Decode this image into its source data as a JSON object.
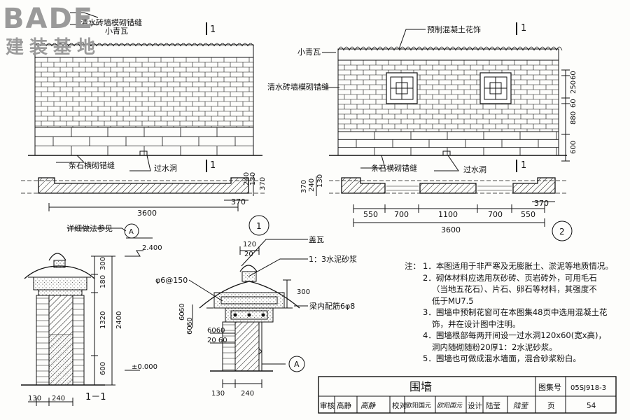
{
  "watermark": {
    "logo": "BADE",
    "sub": "建装基地"
  },
  "elevation1": {
    "labels": {
      "tile_top": "清水砖墙模砌错缝",
      "tile": "小青瓦",
      "stone": "条石横砌错缝",
      "drain": "过水洞"
    },
    "section_mark": "1",
    "plan_dims": {
      "total": "3600",
      "pier": "370",
      "h1": "240",
      "h2": "130",
      "h3": "370"
    },
    "index": "1"
  },
  "elevation2": {
    "labels": {
      "ornament": "预制混凝土花饰",
      "tile": "小青瓦",
      "brick": "清水砖墙模砌错缝",
      "stone": "条石横砌错缝",
      "drain": "过水洞"
    },
    "section_mark": "1",
    "v_dims": [
      "60",
      "250",
      "60",
      "880",
      "600"
    ],
    "plan_left_dims": [
      "370",
      "240",
      "130"
    ],
    "plan_dims": [
      "550",
      "700",
      "1100",
      "700",
      "550"
    ],
    "pier": "370",
    "total": "3600",
    "index": "2"
  },
  "section11": {
    "ref_note": "详细做法参见",
    "ref_circle": "A",
    "elev_top": "2.400",
    "elev_zero": "±0.000",
    "v_dims": [
      "300",
      "180",
      "1320",
      "600"
    ],
    "total": "2400",
    "base_dims": [
      "130",
      "240"
    ],
    "title": "1－1"
  },
  "detailA": {
    "top_dims": [
      "120",
      "20"
    ],
    "cap": "盖瓦",
    "mortar": "1：3水泥砂浆",
    "rebar": "φ6@150",
    "beam": "梁内配筋6φ8",
    "h_dim": "300",
    "left_dims": [
      "60",
      "60",
      "60",
      "60"
    ],
    "bottom_dims": [
      "60",
      "60",
      "20",
      "60"
    ],
    "base_dims": [
      "130",
      "240"
    ],
    "label": "A"
  },
  "notes": {
    "prefix": "注：",
    "items": [
      "1．本图适用于非严寒及无膨胀土、淤泥等地质情况。",
      "2．砌体材料应选用灰砂砖、页岩砖外，可用毛石",
      "（当地五花石）、片石、卵石等材料，其强度不",
      "低于MU7.5",
      "3．围墙中预制花窗可在本图集48页中选用混凝土花",
      "饰，并在设计图中注明。",
      "4．围墙根部每两开间设一过水洞120x60(宽x高)，",
      "洞内随砌随粉20厚1：2水泥砂浆。",
      "5．围墙也可做成混水墙面，混合砂浆粉白。"
    ]
  },
  "title_block": {
    "title": "围墙",
    "atlas_label": "图集号",
    "atlas_no": "05SJ918-3",
    "review": "审核",
    "reviewer": "高静",
    "reviewer_sig": "高静",
    "check": "校对",
    "checker": "欧阳国元",
    "checker_sig": "欧阳国元",
    "design": "设计",
    "designer": "陆莹",
    "designer_sig": "陆莹",
    "page_label": "页",
    "page_no": "54"
  }
}
